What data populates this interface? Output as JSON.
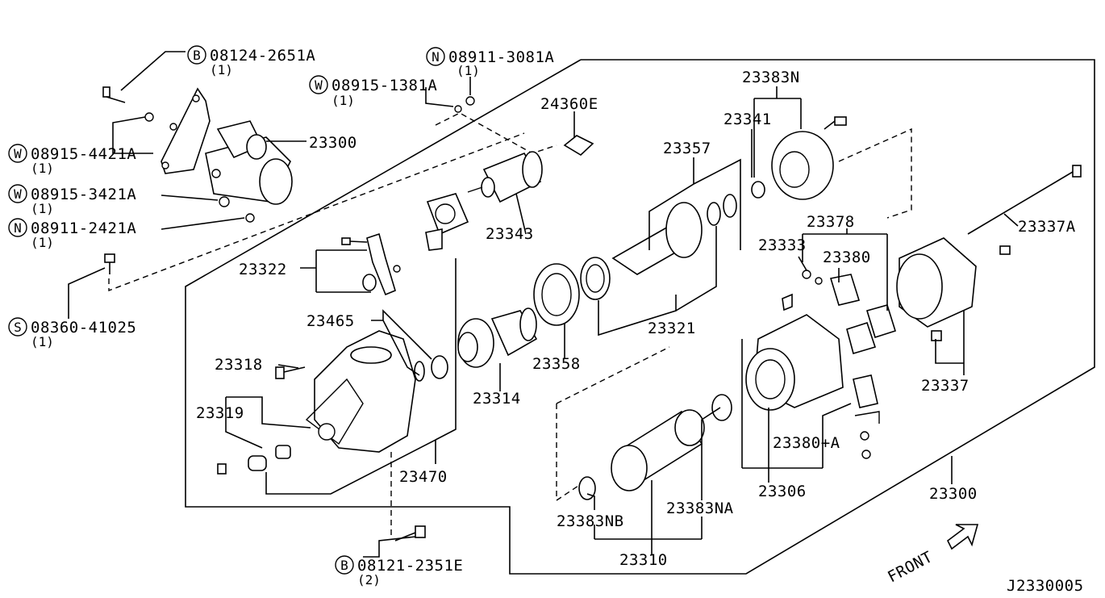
{
  "diagram_id": "J2330005",
  "front_label": "FRONT",
  "fasteners": [
    {
      "prefix": "B",
      "part": "08124-2651A",
      "qty": "(1)"
    },
    {
      "prefix": "N",
      "part": "08911-3081A",
      "qty": "(1)"
    },
    {
      "prefix": "W",
      "part": "08915-1381A",
      "qty": "(1)"
    },
    {
      "prefix": "W",
      "part": "08915-4421A",
      "qty": "(1)"
    },
    {
      "prefix": "W",
      "part": "08915-3421A",
      "qty": "(1)"
    },
    {
      "prefix": "N",
      "part": "08911-2421A",
      "qty": "(1)"
    },
    {
      "prefix": "S",
      "part": "08360-41025",
      "qty": "(1)"
    },
    {
      "prefix": "B",
      "part": "08121-2351E",
      "qty": "(2)"
    }
  ],
  "parts": [
    "23300",
    "24360E",
    "23343",
    "23322",
    "23465",
    "23318",
    "23319",
    "23470",
    "23314",
    "23358",
    "23357",
    "23341",
    "23383N",
    "23321",
    "23378",
    "23333",
    "23380",
    "23337A",
    "23337",
    "23380+A",
    "23306",
    "23300",
    "23383NA",
    "23383NB",
    "23310"
  ]
}
